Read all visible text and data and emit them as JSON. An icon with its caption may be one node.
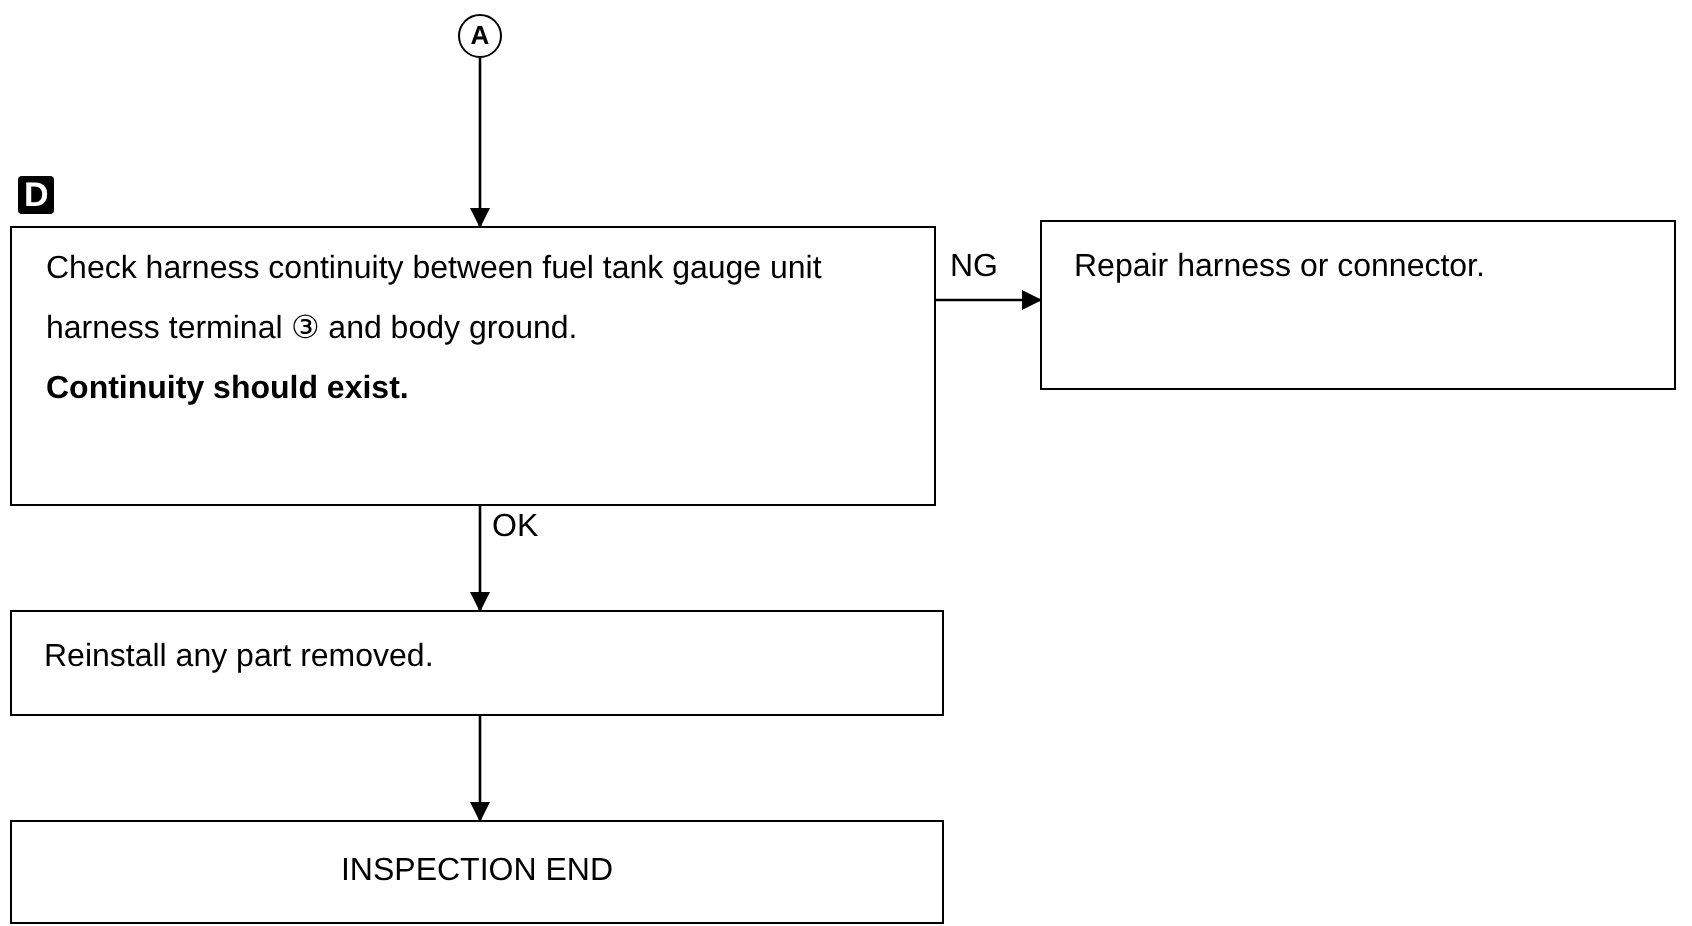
{
  "diagram": {
    "nodes": [
      {
        "text": [
          "A"
        ]
      },
      {
        "text": [
          "Check harness continuity between fuel tank gauge unit harness terminal ③ and body ground.",
          "Continuity should exist."
        ],
        "beside": [
          "D"
        ]
      },
      {
        "text": [
          "Repair harness or connector."
        ]
      },
      {
        "text": [
          "Reinstall any part removed."
        ]
      },
      {
        "text": [
          "INSPECTION END"
        ]
      }
    ],
    "edges": [
      {
        "from": 0,
        "to": 1,
        "arrow": "to"
      },
      {
        "from": 1,
        "to": 2,
        "arrow": "to",
        "label": "NG"
      },
      {
        "from": 1,
        "to": 3,
        "arrow": "to",
        "label": "OK"
      },
      {
        "from": 3,
        "to": 4,
        "arrow": "to"
      }
    ]
  }
}
